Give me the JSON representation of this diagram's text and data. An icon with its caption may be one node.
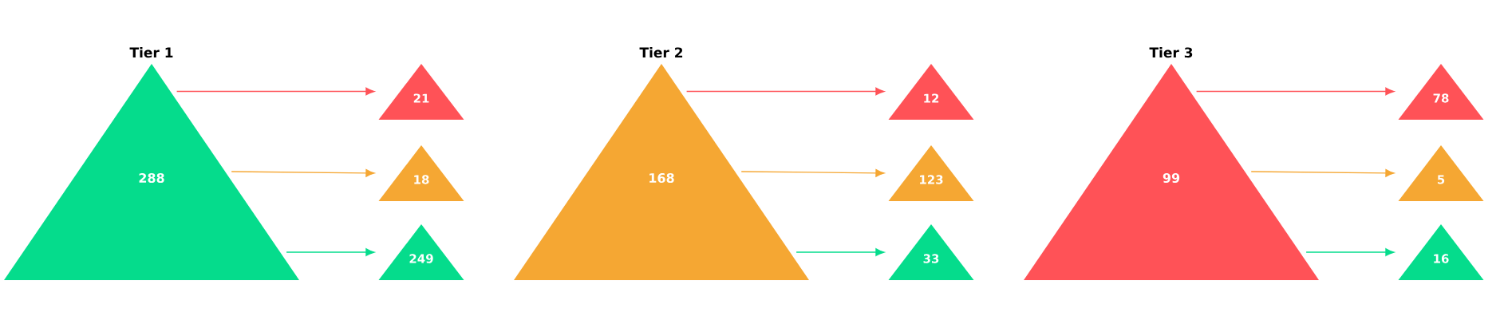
{
  "diagram": {
    "nodes": [
      {
        "text": [
          "Tier 1",
          "288"
        ]
      },
      {
        "text": [
          "21"
        ]
      },
      {
        "text": [
          "18"
        ]
      },
      {
        "text": [
          "249"
        ]
      },
      {
        "text": [
          "Tier 2",
          "168"
        ]
      },
      {
        "text": [
          "12"
        ]
      },
      {
        "text": [
          "123"
        ]
      },
      {
        "text": [
          "33"
        ]
      },
      {
        "text": [
          "Tier 3",
          "99"
        ]
      },
      {
        "text": [
          "78"
        ]
      },
      {
        "text": [
          "5"
        ]
      },
      {
        "text": [
          "16"
        ]
      }
    ],
    "edges": [
      {
        "from": 0,
        "to": 1,
        "arrow": "to",
        "color": "#ff5257"
      },
      {
        "from": 0,
        "to": 2,
        "arrow": "to",
        "color": "#f5a733"
      },
      {
        "from": 0,
        "to": 3,
        "arrow": "to",
        "color": "#05dc8c"
      },
      {
        "from": 4,
        "to": 5,
        "arrow": "to",
        "color": "#ff5257"
      },
      {
        "from": 4,
        "to": 6,
        "arrow": "to",
        "color": "#f5a733"
      },
      {
        "from": 4,
        "to": 7,
        "arrow": "to",
        "color": "#05dc8c"
      },
      {
        "from": 8,
        "to": 9,
        "arrow": "to",
        "color": "#ff5257"
      },
      {
        "from": 8,
        "to": 10,
        "arrow": "to",
        "color": "#f5a733"
      },
      {
        "from": 8,
        "to": 11,
        "arrow": "to",
        "color": "#05dc8c"
      }
    ]
  }
}
